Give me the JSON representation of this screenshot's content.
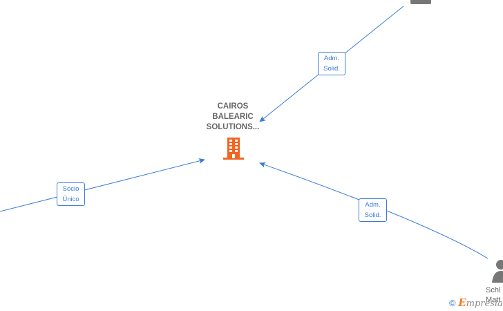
{
  "diagram": {
    "center_node": {
      "name_lines": [
        "CAIROS",
        "BALEARIC",
        "SOLUTIONS..."
      ],
      "icon": "building-icon",
      "icon_color": "#f26522"
    },
    "edges": [
      {
        "id": "top-right",
        "label_lines": [
          "Adm.",
          "Solid."
        ]
      },
      {
        "id": "left",
        "label_lines": [
          "Socio",
          "Único"
        ]
      },
      {
        "id": "bottom-right",
        "label_lines": [
          "Adm.",
          "Solid."
        ]
      }
    ],
    "nodes": {
      "top_right_person": {
        "icon": "person-icon"
      },
      "bottom_right_person": {
        "icon": "person-icon",
        "name_lines": [
          "Schl",
          "Matt"
        ]
      }
    }
  },
  "footer": {
    "copyright_symbol": "©",
    "brand_initial": "E",
    "brand_rest": "mpresia"
  },
  "colors": {
    "edge": "#3a7bd5",
    "node_text": "#666666",
    "company_icon": "#f26522",
    "person_icon": "#777777"
  }
}
